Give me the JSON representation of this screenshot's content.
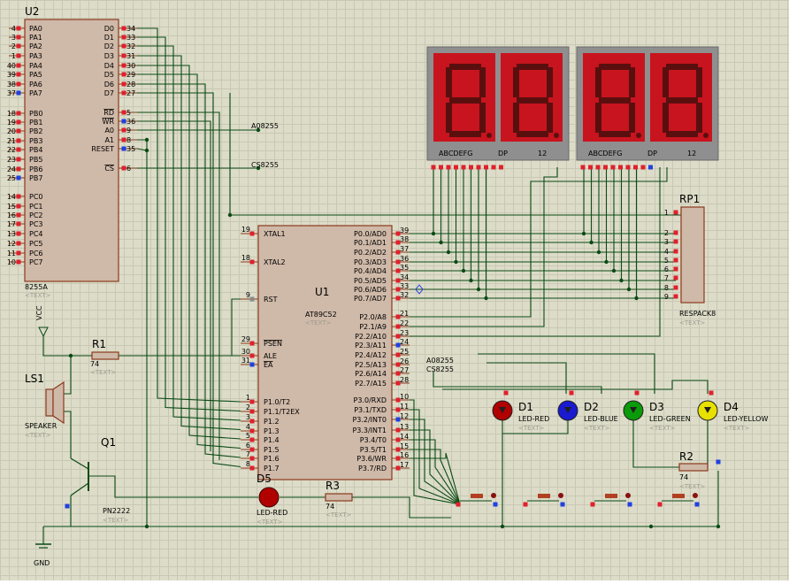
{
  "u2": {
    "ref": "U2",
    "part": "8255A",
    "placeholder": "<TEXT>",
    "left_pins": [
      {
        "name": "PA0",
        "num": "4"
      },
      {
        "name": "PA1",
        "num": "3"
      },
      {
        "name": "PA2",
        "num": "2"
      },
      {
        "name": "PA3",
        "num": "1"
      },
      {
        "name": "PA4",
        "num": "40"
      },
      {
        "name": "PA5",
        "num": "39"
      },
      {
        "name": "PA6",
        "num": "38"
      },
      {
        "name": "PA7",
        "num": "37"
      },
      {
        "name": "PB0",
        "num": "18"
      },
      {
        "name": "PB1",
        "num": "19"
      },
      {
        "name": "PB2",
        "num": "20"
      },
      {
        "name": "PB3",
        "num": "21"
      },
      {
        "name": "PB4",
        "num": "22"
      },
      {
        "name": "PB5",
        "num": "23"
      },
      {
        "name": "PB6",
        "num": "24"
      },
      {
        "name": "PB7",
        "num": "25"
      },
      {
        "name": "PC0",
        "num": "14"
      },
      {
        "name": "PC1",
        "num": "15"
      },
      {
        "name": "PC2",
        "num": "16"
      },
      {
        "name": "PC3",
        "num": "17"
      },
      {
        "name": "PC4",
        "num": "13"
      },
      {
        "name": "PC5",
        "num": "12"
      },
      {
        "name": "PC6",
        "num": "11"
      },
      {
        "name": "PC7",
        "num": "10"
      }
    ],
    "right_pins": [
      {
        "name": "D0",
        "num": "34"
      },
      {
        "name": "D1",
        "num": "33"
      },
      {
        "name": "D2",
        "num": "32"
      },
      {
        "name": "D3",
        "num": "31"
      },
      {
        "name": "D4",
        "num": "30"
      },
      {
        "name": "D5",
        "num": "29"
      },
      {
        "name": "D6",
        "num": "28"
      },
      {
        "name": "D7",
        "num": "27"
      },
      {
        "name": "RD",
        "num": "5"
      },
      {
        "name": "WR",
        "num": "36"
      },
      {
        "name": "A0",
        "num": "9"
      },
      {
        "name": "A1",
        "num": "8"
      },
      {
        "name": "RESET",
        "num": "35"
      },
      {
        "name": "CS",
        "num": "6"
      }
    ]
  },
  "u1": {
    "ref": "U1",
    "part": "AT89C52",
    "placeholder": "<TEXT>",
    "left_pins": [
      {
        "name": "XTAL1",
        "num": "19"
      },
      {
        "name": "XTAL2",
        "num": "18"
      },
      {
        "name": "RST",
        "num": "9"
      },
      {
        "name": "PSEN",
        "num": "29"
      },
      {
        "name": "ALE",
        "num": "30"
      },
      {
        "name": "EA",
        "num": "31"
      },
      {
        "name": "P1.0/T2",
        "num": "1"
      },
      {
        "name": "P1.1/T2EX",
        "num": "2"
      },
      {
        "name": "P1.2",
        "num": "3"
      },
      {
        "name": "P1.3",
        "num": "4"
      },
      {
        "name": "P1.4",
        "num": "5"
      },
      {
        "name": "P1.5",
        "num": "6"
      },
      {
        "name": "P1.6",
        "num": "7"
      },
      {
        "name": "P1.7",
        "num": "8"
      }
    ],
    "right_pins": [
      {
        "name": "P0.0/AD0",
        "num": "39"
      },
      {
        "name": "P0.1/AD1",
        "num": "38"
      },
      {
        "name": "P0.2/AD2",
        "num": "37"
      },
      {
        "name": "P0.3/AD3",
        "num": "36"
      },
      {
        "name": "P0.4/AD4",
        "num": "35"
      },
      {
        "name": "P0.5/AD5",
        "num": "34"
      },
      {
        "name": "P0.6/AD6",
        "num": "33"
      },
      {
        "name": "P0.7/AD7",
        "num": "32"
      },
      {
        "name": "P2.0/A8",
        "num": "21"
      },
      {
        "name": "P2.1/A9",
        "num": "22"
      },
      {
        "name": "P2.2/A10",
        "num": "23"
      },
      {
        "name": "P2.3/A11",
        "num": "24"
      },
      {
        "name": "P2.4/A12",
        "num": "25"
      },
      {
        "name": "P2.5/A13",
        "num": "26"
      },
      {
        "name": "P2.6/A14",
        "num": "27"
      },
      {
        "name": "P2.7/A15",
        "num": "28"
      },
      {
        "name": "P3.0/RXD",
        "num": "10"
      },
      {
        "name": "P3.1/TXD",
        "num": "11"
      },
      {
        "name": "P3.2/INT0",
        "num": "12"
      },
      {
        "name": "P3.3/INT1",
        "num": "13"
      },
      {
        "name": "P3.4/T0",
        "num": "14"
      },
      {
        "name": "P3.5/T1",
        "num": "15"
      },
      {
        "name": "P3.6/WR",
        "num": "16"
      },
      {
        "name": "P3.7/RD",
        "num": "17"
      }
    ]
  },
  "displays": [
    {
      "segments": "ABCDEFG",
      "dp": "DP",
      "digits": "12"
    },
    {
      "segments": "ABCDEFG",
      "dp": "DP",
      "digits": "12"
    }
  ],
  "rp1": {
    "ref": "RP1",
    "part": "RESPACK8",
    "placeholder": "<TEXT>",
    "pins": [
      "1",
      "2",
      "3",
      "4",
      "5",
      "6",
      "7",
      "8",
      "9"
    ]
  },
  "net_labels": {
    "a0": "A08255",
    "cs": "CS8255"
  },
  "vcc": "VCC",
  "gnd": "GND",
  "r1": {
    "ref": "R1",
    "value": "74",
    "placeholder": "<TEXT>"
  },
  "r2": {
    "ref": "R2",
    "value": "74",
    "placeholder": "<TEXT>"
  },
  "r3": {
    "ref": "R3",
    "value": "74",
    "placeholder": "<TEXT>"
  },
  "ls1": {
    "ref": "LS1",
    "part": "SPEAKER",
    "placeholder": "<TEXT>"
  },
  "q1": {
    "ref": "Q1",
    "part": "PN2222",
    "placeholder": "<TEXT>"
  },
  "d5": {
    "ref": "D5",
    "part": "LED-RED",
    "placeholder": "<TEXT>"
  },
  "leds": [
    {
      "ref": "D1",
      "part": "LED-RED",
      "placeholder": "<TEXT>",
      "color": "#b00000"
    },
    {
      "ref": "D2",
      "part": "LED-BLUE",
      "placeholder": "<TEXT>",
      "color": "#1a1ad0"
    },
    {
      "ref": "D3",
      "part": "LED-GREEN",
      "placeholder": "<TEXT>",
      "color": "#0a9a0a"
    },
    {
      "ref": "D4",
      "part": "LED-YELLOW",
      "placeholder": "<TEXT>",
      "color": "#e8e000"
    }
  ]
}
